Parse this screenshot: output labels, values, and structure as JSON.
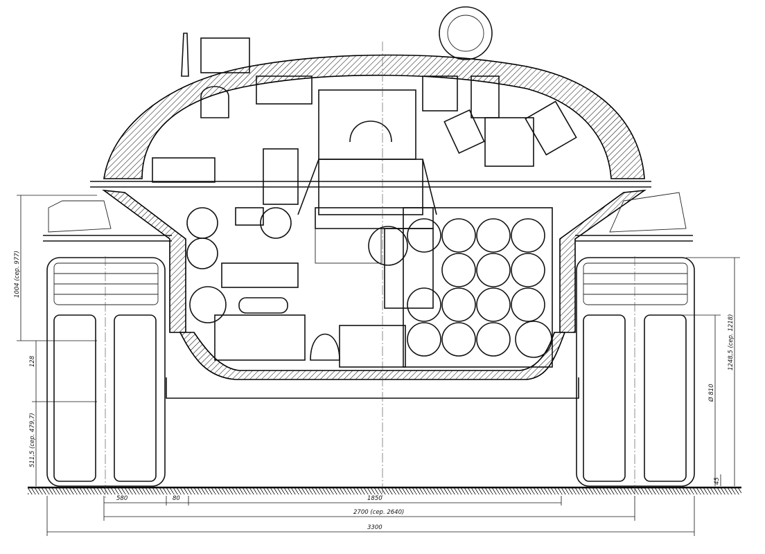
{
  "dimensions": {
    "track_width": "580",
    "track_gap": "80",
    "hull_width": "1850",
    "track_centers": "2700 (cep. 2640)",
    "overall_width": "3300",
    "height_hull": "1004 (cep. 977)",
    "height_lower": "128",
    "height_track": "511,5 (cep. 479,7)",
    "wheel_diameter": "Ø 810",
    "ground_clearance_right": "1248,5 (cep. 1218)",
    "clearance_small": "45"
  }
}
